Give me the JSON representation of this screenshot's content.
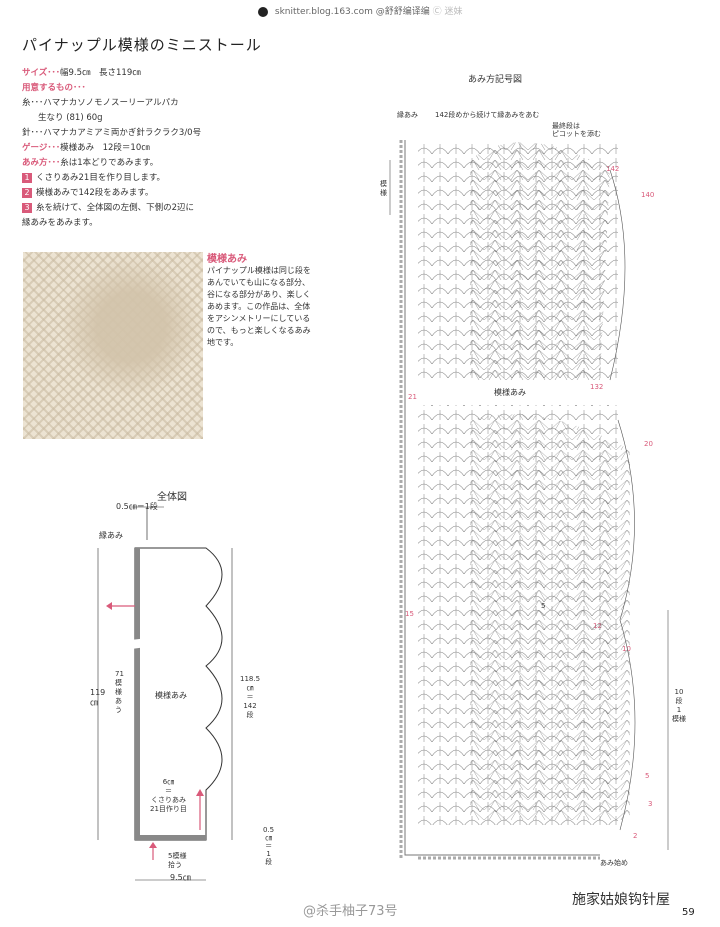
{
  "header": {
    "source": "sknitter.blog.163.com",
    "handle": "@舒舒编译编",
    "extra": "Ⓒ 迷妹"
  },
  "title": "パイナップル模様のミニストール",
  "size": {
    "label": "サイズ･･･",
    "value": "幅9.5㎝　長さ119㎝"
  },
  "materials": {
    "label": "用意するもの･･･",
    "yarn": "糸･･･ハマナカソノモノスーリーアルパカ",
    "color": "生なり (81) 60g",
    "needle": "針･･･ハマナカアミアミ両かぎ針ラクラク3/0号"
  },
  "gauge": {
    "label": "ゲージ･･･",
    "value": "模様あみ　12段＝10㎝"
  },
  "method": {
    "label": "あみ方･･･",
    "value": "糸は1本どりであみます。"
  },
  "steps": [
    {
      "n": "1",
      "text": "くさりあみ21目を作り目します。"
    },
    {
      "n": "2",
      "text": "模様あみで142段をあみます。"
    },
    {
      "n": "3",
      "text": "糸を続けて、全体図の左側、下側の2辺に"
    }
  ],
  "step3_cont": "縁あみをあみます。",
  "pattern_note": {
    "title": "模様あみ",
    "lines": [
      "パイナップル模様は同じ段を",
      "あんでいても山になる部分、",
      "谷になる部分があり、楽しく",
      "あめます。この作品は、全体",
      "をアシンメトリーにしている",
      "ので、もっと楽しくなるあみ",
      "地です。"
    ]
  },
  "overview": {
    "title": "全体図",
    "gauge_top": "0.5㎝＝1段",
    "edge": "縁あみ",
    "left_dim": "119",
    "left_unit": "㎝",
    "inner_dim": [
      "71",
      "模様",
      "あ",
      "う"
    ],
    "body": "模様あみ",
    "right_dim": [
      "118.5",
      "㎝",
      "＝",
      "142",
      "段"
    ],
    "chain": [
      "6㎝",
      "＝",
      "くさりあみ",
      "21目作り目"
    ],
    "bottom": [
      "5模様",
      "拾う"
    ],
    "side_bottom": [
      "0.5",
      "㎝",
      "＝",
      "1",
      "段"
    ],
    "width": "9.5㎝"
  },
  "chart": {
    "title": "あみ方記号図",
    "edge": "縁あみ",
    "note1": "142段めから続けて縁あみをあむ",
    "note2": [
      "最終段は",
      "ピコットを添む"
    ],
    "left_label": "模様",
    "row_142": "142",
    "row_140": "140",
    "row_132": "132",
    "row_20": "20",
    "row_21": "21",
    "row_15": "15",
    "row_12": "12",
    "row_10": "10",
    "row_5": "5",
    "row_3": "3",
    "row_2": "2",
    "mid_label": "模様あみ",
    "repeat": [
      "10",
      "段",
      "1",
      "模様"
    ],
    "start": "あみ始め",
    "inner5": "5"
  },
  "footer": {
    "weibo": "@杀手柚子73号",
    "wechat": "施家姑娘钩针屋",
    "page": "59"
  }
}
